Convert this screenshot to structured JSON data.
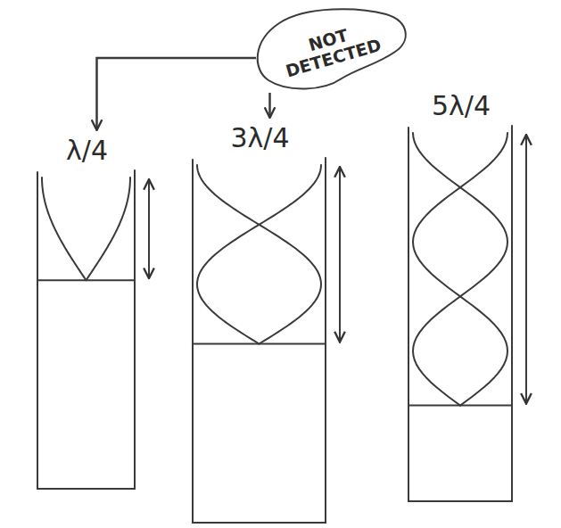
{
  "diagram": {
    "nodes": [
      {
        "text": [
          "NOT DETECTED"
        ]
      },
      {
        "text": [
          "λ/4"
        ]
      },
      {
        "text": [
          "3λ/4"
        ]
      },
      {
        "text": [
          "5λ/4"
        ]
      }
    ],
    "edges": [
      {
        "from": 0,
        "to": 1,
        "arrow": "to"
      },
      {
        "from": 0,
        "to": 2,
        "arrow": "to"
      }
    ]
  }
}
